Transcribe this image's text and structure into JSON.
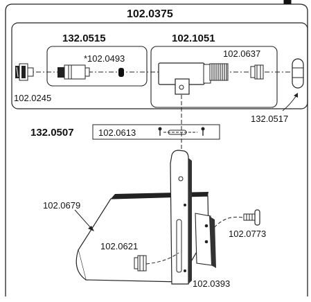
{
  "diagram": {
    "assembly": "102.0375",
    "group_left": "132.0515",
    "group_right": "102.1051",
    "parts": {
      "p0493": "*102.0493",
      "p0637": "102.0637",
      "p0245": "102.0245",
      "p0517": "132.0517",
      "kit": "132.0507",
      "p0613": "102.0613",
      "p0679": "102.0679",
      "p0773": "102.0773",
      "p0621": "102.0621",
      "p0393": "102.0393"
    }
  }
}
